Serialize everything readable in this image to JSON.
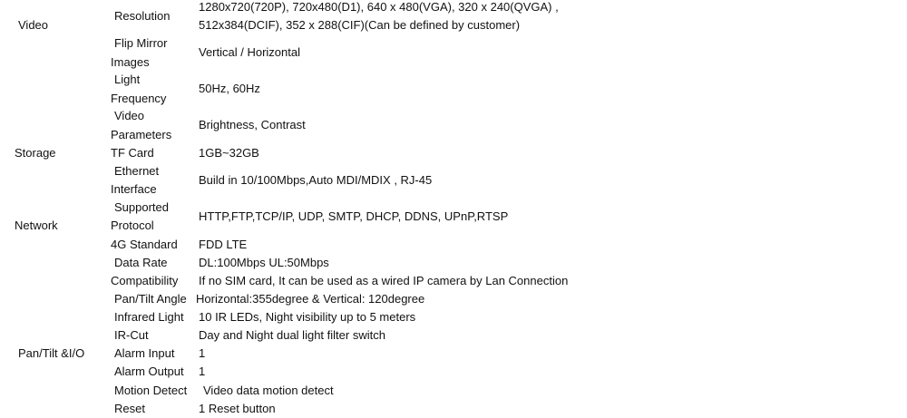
{
  "categories": {
    "video": "Video",
    "storage": "Storage",
    "network": "Network",
    "pan_tilt_io": "Pan/Tilt &I/O"
  },
  "rows": {
    "resolution": {
      "label": "Resolution",
      "value_line1": "1280x720(720P), 720x480(D1), 640 x 480(VGA), 320 x 240(QVGA) ,",
      "value_line2": "512x384(DCIF), 352 x 288(CIF)(Can be defined by customer)"
    },
    "flip_mirror": {
      "label_line1": "Flip Mirror",
      "label_line2": "Images",
      "value": "Vertical / Horizontal"
    },
    "light_frequency": {
      "label_line1": "Light",
      "label_line2": "Frequency",
      "value": "50Hz, 60Hz"
    },
    "video_parameters": {
      "label_line1": "Video",
      "label_line2": "Parameters",
      "value": "Brightness, Contrast"
    },
    "tf_card": {
      "label": "TF Card",
      "value": "1GB~32GB"
    },
    "ethernet_interface": {
      "label_line1": "Ethernet",
      "label_line2": "Interface",
      "value": "Build in 10/100Mbps,Auto MDI/MDIX , RJ-45"
    },
    "supported_protocol": {
      "label_line1": "Supported",
      "label_line2": "Protocol",
      "value": "HTTP,FTP,TCP/IP, UDP, SMTP, DHCP, DDNS, UPnP,RTSP"
    },
    "standard_4g": {
      "label": "4G Standard",
      "value": "FDD LTE"
    },
    "data_rate": {
      "label": "Data Rate",
      "value": "DL:100Mbps UL:50Mbps"
    },
    "compatibility": {
      "label": "Compatibility",
      "value": "If no SIM card, It can be used as a wired IP camera by Lan Connection"
    },
    "pan_tilt_angle": {
      "label": "Pan/Tilt Angle",
      "value": "Horizontal:355degree  & Vertical: 120degree"
    },
    "infrared_light": {
      "label": "Infrared Light",
      "value": "10 IR LEDs, Night visibility up to 5 meters"
    },
    "ir_cut": {
      "label": "IR-Cut",
      "value": "Day and Night dual light filter switch"
    },
    "alarm_input": {
      "label": "Alarm Input",
      "value": "1"
    },
    "alarm_output": {
      "label": "Alarm Output",
      "value": "1"
    },
    "motion_detect": {
      "label": "Motion Detect",
      "value": "Video data motion detect"
    },
    "reset": {
      "label": "Reset",
      "value": "1 Reset button"
    }
  }
}
